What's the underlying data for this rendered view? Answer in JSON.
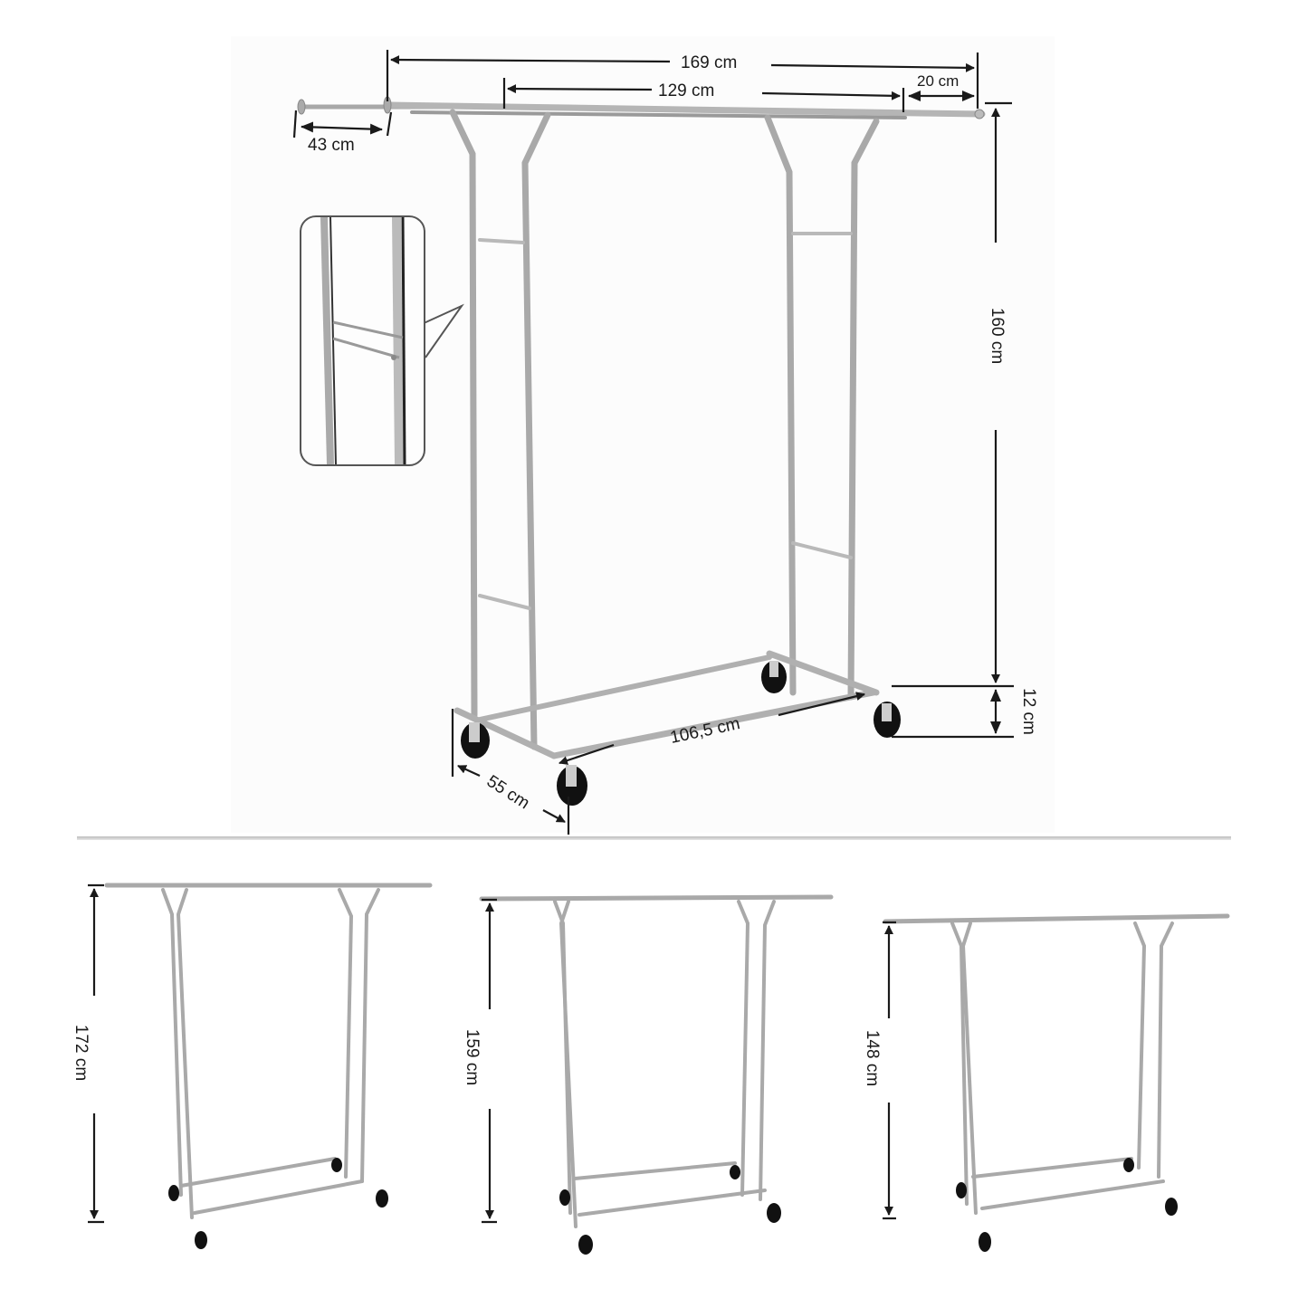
{
  "main_diagram": {
    "dimensions": {
      "overall_length": "169 cm",
      "inner_length": "129 cm",
      "extension_right": "20 cm",
      "extension_left": "43 cm",
      "upright_height": "160 cm",
      "wheel_height": "12 cm",
      "base_length": "106,5 cm",
      "base_depth": "55 cm"
    },
    "detail_inset": "height-adjustment-detail"
  },
  "height_variants": [
    {
      "label": "172 cm"
    },
    {
      "label": "159 cm"
    },
    {
      "label": "148 cm"
    }
  ],
  "colors": {
    "chrome": "#c8c8c8",
    "chrome_dark": "#8a8a8a",
    "wheel": "#111111",
    "dimension_line": "#1a1a1a"
  }
}
